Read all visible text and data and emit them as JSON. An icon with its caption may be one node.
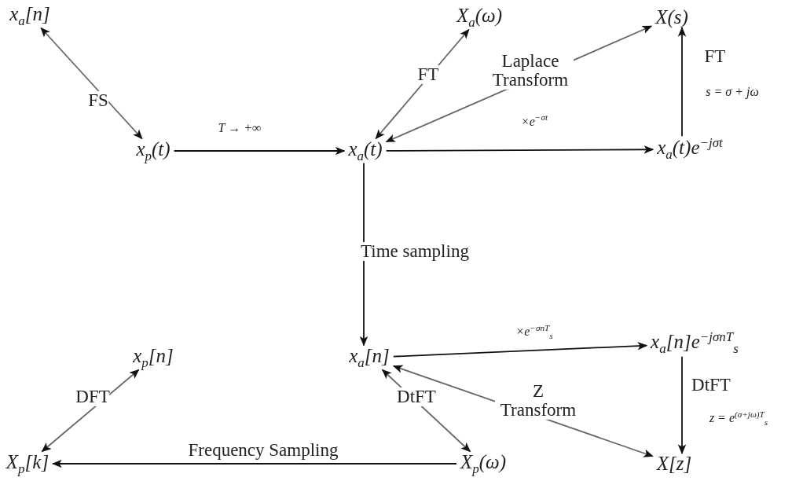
{
  "diagram": {
    "nodes": [
      {
        "text": [
          "x$_{a}$[n]"
        ]
      },
      {
        "text": [
          "X$_{a}$(ω)"
        ]
      },
      {
        "text": [
          "X(s)"
        ]
      },
      {
        "text": [
          "x$_{p}$(t)"
        ]
      },
      {
        "text": [
          "x$_{a}$(t)"
        ]
      },
      {
        "text": [
          "x$_{a}$(t)e$^{−jσt}$"
        ]
      },
      {
        "text": [
          "x$_{p}$[n]"
        ]
      },
      {
        "text": [
          "x$_{a}$[n]"
        ]
      },
      {
        "text": [
          "x$_{a}$[n]e$^{−jσnT}$$_{s}$"
        ]
      },
      {
        "text": [
          "X$_{p}$[k]"
        ]
      },
      {
        "text": [
          "X$_{p}$(ω)"
        ]
      },
      {
        "text": [
          "X[z]"
        ]
      }
    ],
    "edges": [
      {
        "from": 0,
        "to": 3,
        "arrow": "both",
        "label": "FS",
        "color": "#666666"
      },
      {
        "from": 1,
        "to": 4,
        "arrow": "both",
        "label": "FT",
        "color": "#666666"
      },
      {
        "from": 2,
        "to": 4,
        "arrow": "both",
        "label": "Laplace Transform",
        "color": "#666666"
      },
      {
        "from": 5,
        "to": 2,
        "arrow": "to",
        "label": "FT"
      },
      {
        "from": 3,
        "to": 4,
        "arrow": "to",
        "label": "T → +∞"
      },
      {
        "from": 4,
        "to": 5,
        "arrow": "to",
        "label": "×e$^{−σt}$"
      },
      {
        "from": 4,
        "to": 7,
        "arrow": "to",
        "label": "Time sampling"
      },
      {
        "from": 7,
        "to": 8,
        "arrow": "to",
        "label": "×e$^{−σnT}$$_{s}$"
      },
      {
        "from": 6,
        "to": 9,
        "arrow": "both",
        "label": "DFT",
        "color": "#666666"
      },
      {
        "from": 7,
        "to": 10,
        "arrow": "both",
        "label": "DtFT",
        "color": "#666666"
      },
      {
        "from": 7,
        "to": 11,
        "arrow": "both",
        "label": "Z Transform",
        "color": "#666666"
      },
      {
        "from": 8,
        "to": 11,
        "arrow": "to",
        "label": "DtFT"
      },
      {
        "from": 10,
        "to": 9,
        "arrow": "to",
        "label": "Frequency Sampling"
      }
    ],
    "labels": [
      "s = σ + jω",
      "z = e$^{(σ+jω)T}$$_{s}$"
    ]
  }
}
